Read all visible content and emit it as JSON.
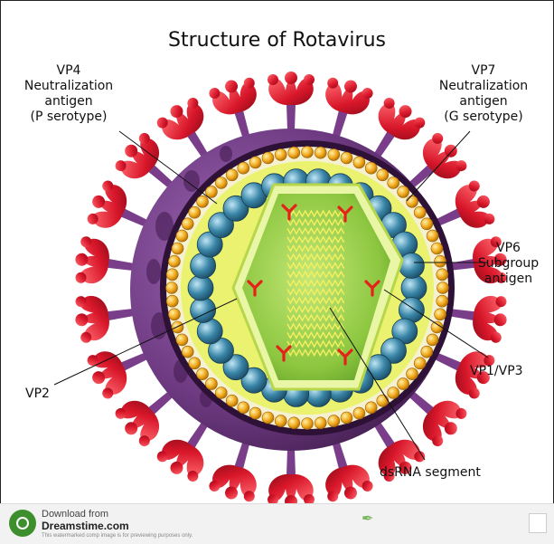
{
  "title": "Structure of Rotavirus",
  "labels": {
    "vp4": [
      "VP4",
      "Neutralization",
      "antigen",
      "(P serotype)"
    ],
    "vp7": [
      "VP7",
      "Neutralization",
      "antigen",
      "(G serotype)"
    ],
    "vp6": [
      "VP6",
      "Subgroup",
      "antigen"
    ],
    "vp1_vp3": "VP1/VP3",
    "vp2": "VP2",
    "dsrna": "dsRNA segment"
  },
  "footer": {
    "download_text": "Download from",
    "site": "Dreamstime.com",
    "note": "This watermarked comp image is for previewing purposes only."
  },
  "colors": {
    "outer_shell": "#6e3a82",
    "spike": "#d8162a",
    "vp7_bead": "#f0a81a",
    "vp6_bead": "#3a86a8",
    "inner_layer": "#eaf270",
    "core_green": "#8cc63f",
    "rna": "#f6f060"
  },
  "icons": [
    "spike-icon",
    "polymerase-icon",
    "dreamstime-logo-icon"
  ]
}
